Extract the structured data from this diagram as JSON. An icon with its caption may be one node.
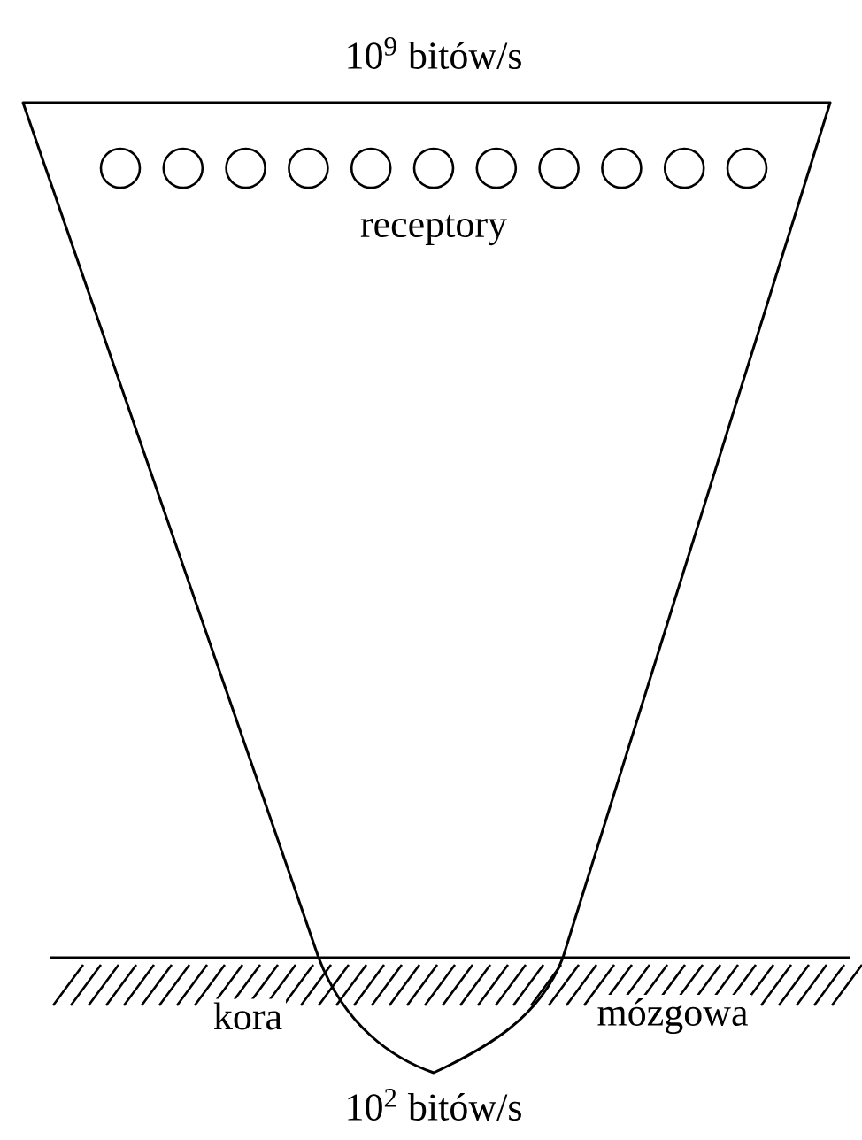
{
  "diagram": {
    "labels": [
      "10$^{9}$ bitów/s",
      "receptory",
      "kora",
      "mózgowa",
      "10$^{2}$ bitów/s"
    ]
  }
}
